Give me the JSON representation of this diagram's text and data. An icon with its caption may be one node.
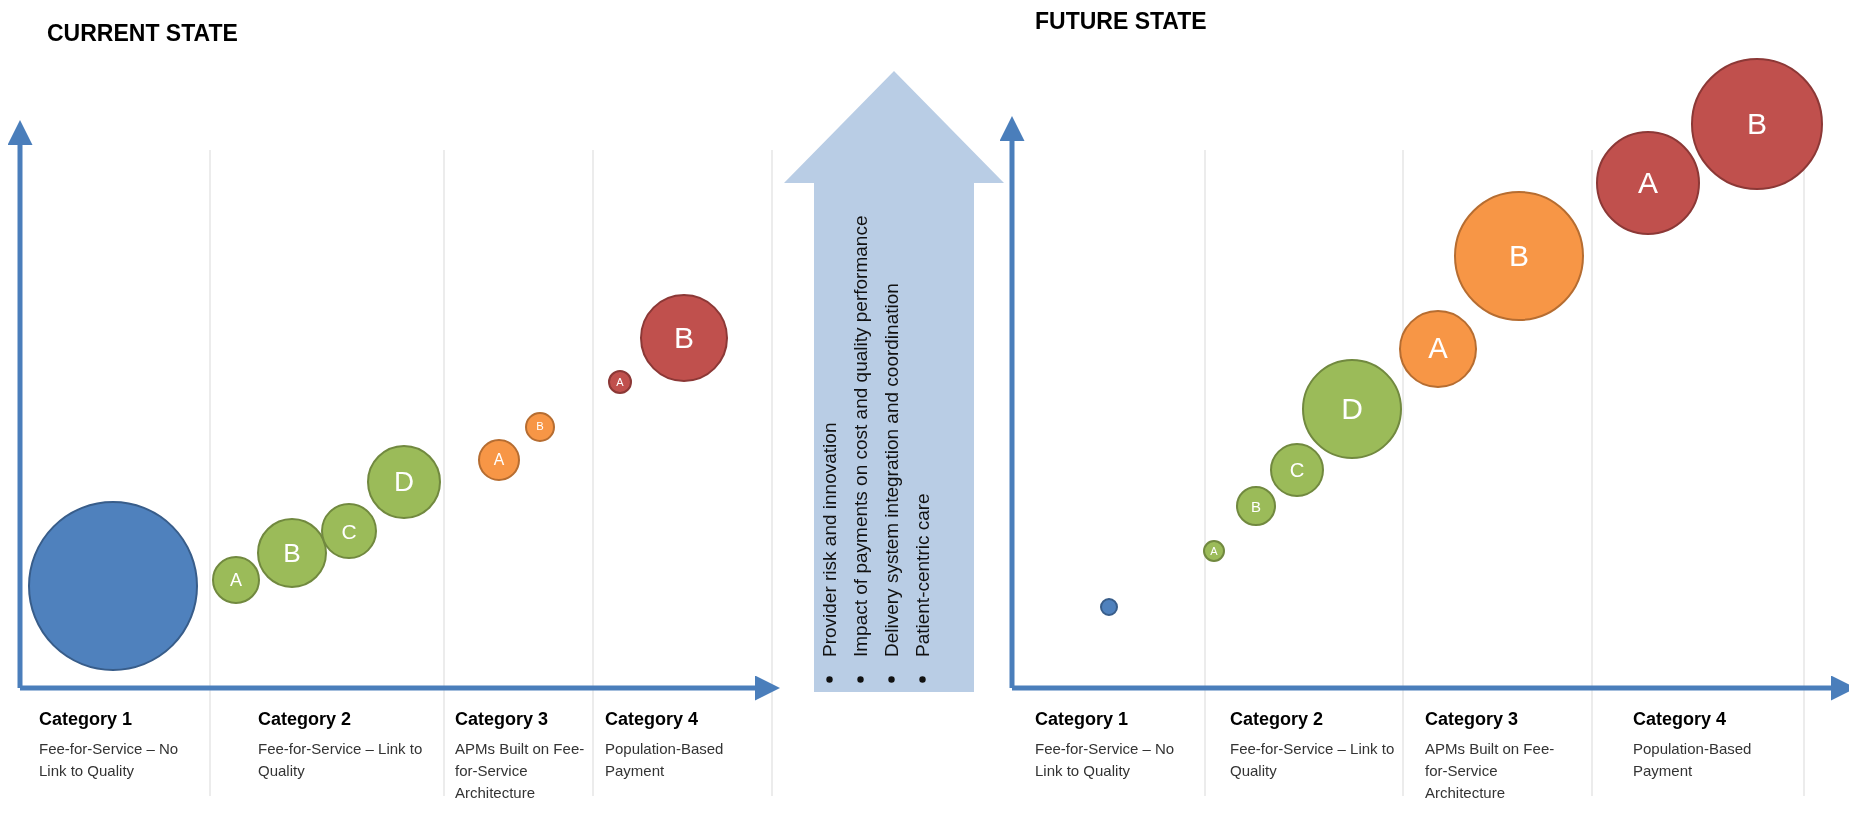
{
  "diagram": {
    "nodes": [
      {
        "text": [],
        "shape": "circle"
      },
      {
        "text": [
          "A"
        ]
      },
      {
        "text": [
          "B"
        ]
      },
      {
        "text": [
          "C"
        ]
      },
      {
        "text": [
          "D"
        ]
      },
      {
        "text": [
          "A"
        ]
      },
      {
        "text": [
          "B"
        ]
      },
      {
        "text": [
          "A"
        ]
      },
      {
        "text": [
          "B"
        ]
      },
      {
        "text": [
          "Provider risk and innovation",
          "Impact of payments on cost and quality performance",
          "Delivery system integration and coordination",
          "Patient-centric care"
        ]
      },
      {
        "text": [],
        "shape": "circle"
      },
      {
        "text": [
          "A"
        ]
      },
      {
        "text": [
          "B"
        ]
      },
      {
        "text": [
          "C"
        ]
      },
      {
        "text": [
          "D"
        ]
      },
      {
        "text": [
          "A"
        ]
      },
      {
        "text": [
          "B"
        ]
      },
      {
        "text": [
          "A"
        ]
      },
      {
        "text": [
          "B"
        ]
      }
    ],
    "labels": [
      "CURRENT STATE",
      "FUTURE STATE",
      "Category 1",
      "Fee-for-Service – No Link to Quality",
      "Category 2",
      "Fee-for-Service – Link to Quality",
      "Category 3",
      "APMs Built on Fee-for-Service Architecture",
      "Category 4",
      "Population-Based Payment",
      "Category 1",
      "Fee-for-Service – No Link to Quality",
      "Category 2",
      "Fee-for-Service – Link to Quality",
      "Category 3",
      "APMs Built on Fee-for-Service Architecture",
      "Category 4",
      "Population-Based Payment"
    ]
  }
}
